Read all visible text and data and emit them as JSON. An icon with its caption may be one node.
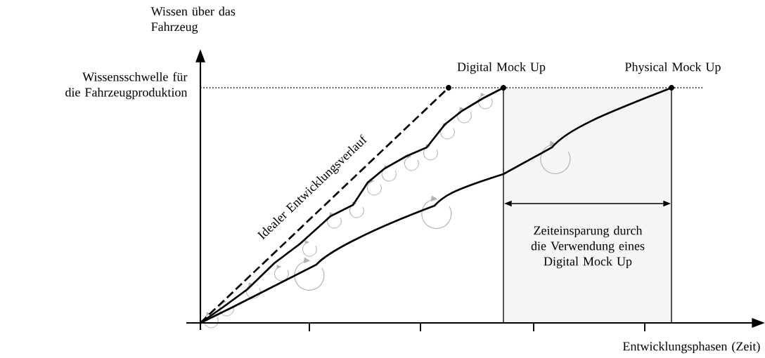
{
  "diagram": {
    "labels": [
      "Wissen über das Fahrzeug",
      "Wissensschwelle für die Fahrzeugproduktion",
      "Digital Mock Up",
      "Physical Mock Up",
      "Idealer Entwicklungsverlauf",
      "Zeiteinsparung durch die Verwendung eines Digital Mock Up",
      "Entwicklungsphasen (Zeit)"
    ]
  }
}
